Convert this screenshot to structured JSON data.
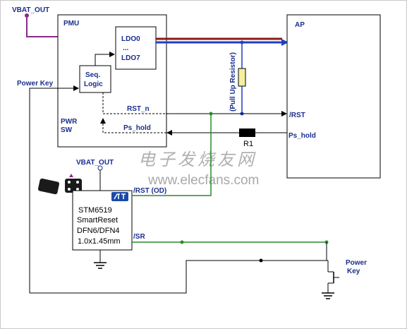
{
  "labels": {
    "vbat_out_top": "VBAT_OUT",
    "pmu": "PMU",
    "ldo_top": "LDO0",
    "ldo_dots": "...",
    "ldo_bottom": "LDO7",
    "seq_line1": "Seq.",
    "seq_line2": "Logic",
    "power_key_left": "Power Key",
    "rst_n": "RST_n",
    "pwr_sw_line1": "PWR",
    "pwr_sw_line2": "SW",
    "ps_hold_left": "Ps_hold",
    "pull_up": "(Pull Up Resistor)",
    "ap": "AP",
    "rst_ap": "/RST",
    "ps_hold_ap": "Ps_hold",
    "r1": "R1",
    "vbat_out_mid": "VBAT_OUT",
    "rst_od": "/RST (OD)",
    "chip_line1": "STM6519",
    "chip_line2": "SmartReset",
    "chip_line3": "DFN6/DFN4",
    "chip_line4": "1.0x1.45mm",
    "sr": "/SR",
    "power_key_right_1": "Power",
    "power_key_right_2": "Key"
  },
  "watermark": {
    "chinese": "电子发烧友网",
    "url": "www.elecfans.com"
  },
  "colors": {
    "wire": "#000000",
    "label_blue": "#1a2e8c",
    "power_blue": "#1f3fc2",
    "power_red": "#8a1a1a",
    "vbat": "#8a2a8a",
    "green": "#2a8a2a",
    "resistor": "#f3ef9e"
  }
}
